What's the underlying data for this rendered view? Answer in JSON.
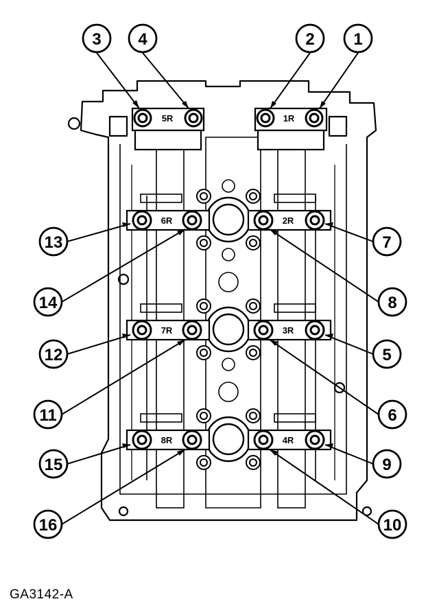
{
  "figure_id": "GA3142-A",
  "cap_labels": [
    "5R",
    "1R",
    "6R",
    "2R",
    "7R",
    "3R",
    "8R",
    "4R"
  ],
  "callouts": [
    "1",
    "2",
    "3",
    "4",
    "5",
    "6",
    "7",
    "8",
    "9",
    "10",
    "11",
    "12",
    "13",
    "14",
    "15",
    "16"
  ],
  "colors": {
    "ink": "#000000",
    "paper": "#ffffff"
  }
}
